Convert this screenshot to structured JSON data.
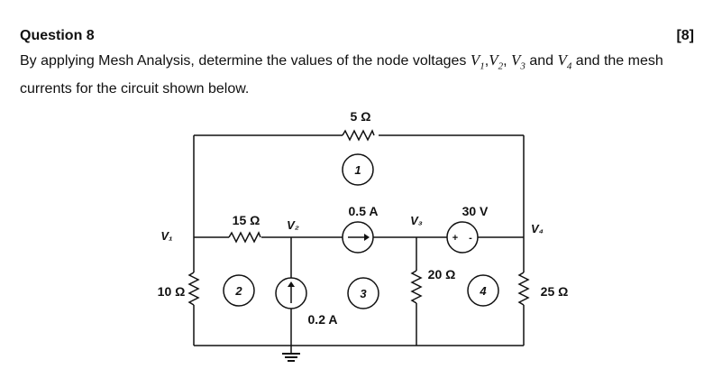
{
  "question": {
    "title": "Question 8",
    "marks": "[8]",
    "text_1": "By applying Mesh Analysis, determine the values of the node voltages ",
    "v1": "V",
    "v1_sub": "1",
    "comma_1": ",",
    "v2": "V",
    "v2_sub": "2",
    "comma_2": ", ",
    "v3": "V",
    "v3_sub": "3",
    "and_1": " and ",
    "v4": "V",
    "v4_sub": "4",
    "text_2": " and the mesh currents for the circuit shown below."
  },
  "circuit": {
    "resistors": {
      "r_top": "5 Ω",
      "r_15": "15 Ω",
      "r_10": "10 Ω",
      "r_20": "20 Ω",
      "r_25": "25 Ω"
    },
    "sources": {
      "current_05": "0.5 A",
      "current_02": "0.2 A",
      "voltage_30": "30 V",
      "voltage_plus": "+",
      "voltage_minus": "-"
    },
    "nodes": {
      "v1": "V₁",
      "v2": "V₂",
      "v3": "V₃",
      "v4": "V₄"
    },
    "meshes": {
      "m1": "1",
      "m2": "2",
      "m3": "3",
      "m4": "4"
    }
  }
}
